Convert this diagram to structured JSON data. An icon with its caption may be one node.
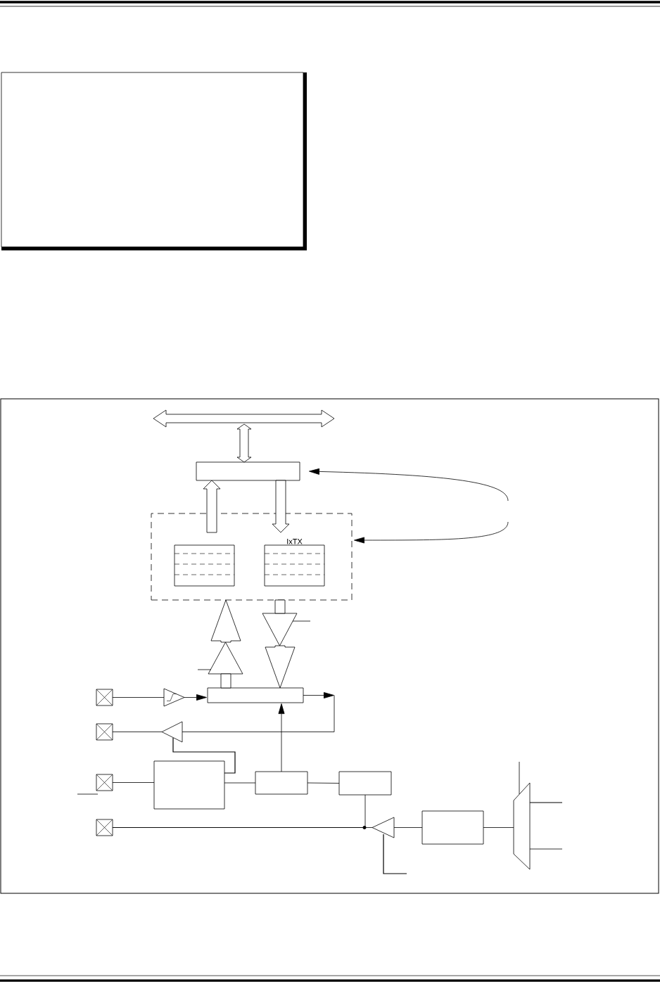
{
  "diagram": {
    "nodes": [
      {
        "text": [],
        "shape": "bar"
      },
      {
        "text": [],
        "shape": "box"
      },
      {
        "text": [],
        "shape": "box"
      },
      {
        "text": [],
        "shape": "box",
        "in": 2
      },
      {
        "text": [
          "IxTX"
        ],
        "in": 2
      },
      {
        "text": [],
        "shape": "box"
      },
      {
        "text": [],
        "shape": "pin"
      },
      {
        "text": [],
        "shape": "pin"
      },
      {
        "text": [],
        "shape": "pin"
      },
      {
        "text": [],
        "shape": "pin"
      },
      {
        "text": [],
        "shape": "box"
      },
      {
        "text": [],
        "shape": "box"
      },
      {
        "text": [],
        "shape": "box"
      },
      {
        "text": [],
        "shape": "box"
      },
      {
        "text": [],
        "shape": "trapezoid"
      },
      {
        "text": [],
        "shape": "triangle"
      },
      {
        "text": [],
        "shape": "triangle"
      },
      {
        "text": [],
        "shape": "triangle"
      },
      {
        "text": [],
        "shape": "triangle"
      },
      {
        "text": [],
        "shape": "triangle"
      }
    ],
    "edges": [
      {
        "from": 0,
        "to": 1,
        "arrow": "both",
        "style": "thick"
      },
      {
        "from": 3,
        "to": 1,
        "arrow": "to",
        "style": "thick"
      },
      {
        "from": 1,
        "to": 4,
        "arrow": "to",
        "style": "thick"
      },
      {
        "from": 5,
        "to": 15,
        "arrow": "none",
        "style": "thick"
      },
      {
        "from": 15,
        "to": 2,
        "arrow": "to",
        "style": "thick"
      },
      {
        "from": 2,
        "to": 16,
        "arrow": "none",
        "style": "thick"
      },
      {
        "from": 16,
        "to": 5,
        "arrow": "to",
        "style": "thick"
      },
      {
        "from": 6,
        "to": 17,
        "arrow": "none"
      },
      {
        "from": 17,
        "to": 5,
        "arrow": "to"
      },
      {
        "from": 5,
        "to": null,
        "arrow": "to"
      },
      {
        "from": 18,
        "to": 7,
        "arrow": "none"
      },
      {
        "from": 10,
        "to": 18,
        "arrow": "none"
      },
      {
        "from": 8,
        "to": 10,
        "arrow": "none"
      },
      {
        "from": 10,
        "to": 11,
        "arrow": "none"
      },
      {
        "from": 11,
        "to": 5,
        "arrow": "to"
      },
      {
        "from": 11,
        "to": 12,
        "arrow": "none"
      },
      {
        "from": 12,
        "to": 9,
        "arrow": "none"
      },
      {
        "from": 13,
        "to": 19,
        "arrow": "none"
      },
      {
        "from": 19,
        "to": 9,
        "arrow": "none"
      },
      {
        "from": 13,
        "to": 14,
        "arrow": "none"
      },
      {
        "from": null,
        "to": 1,
        "arrow": "to"
      },
      {
        "from": null,
        "to": 2,
        "arrow": "to"
      },
      {
        "from": null,
        "to": 18,
        "arrow": "none"
      }
    ]
  }
}
